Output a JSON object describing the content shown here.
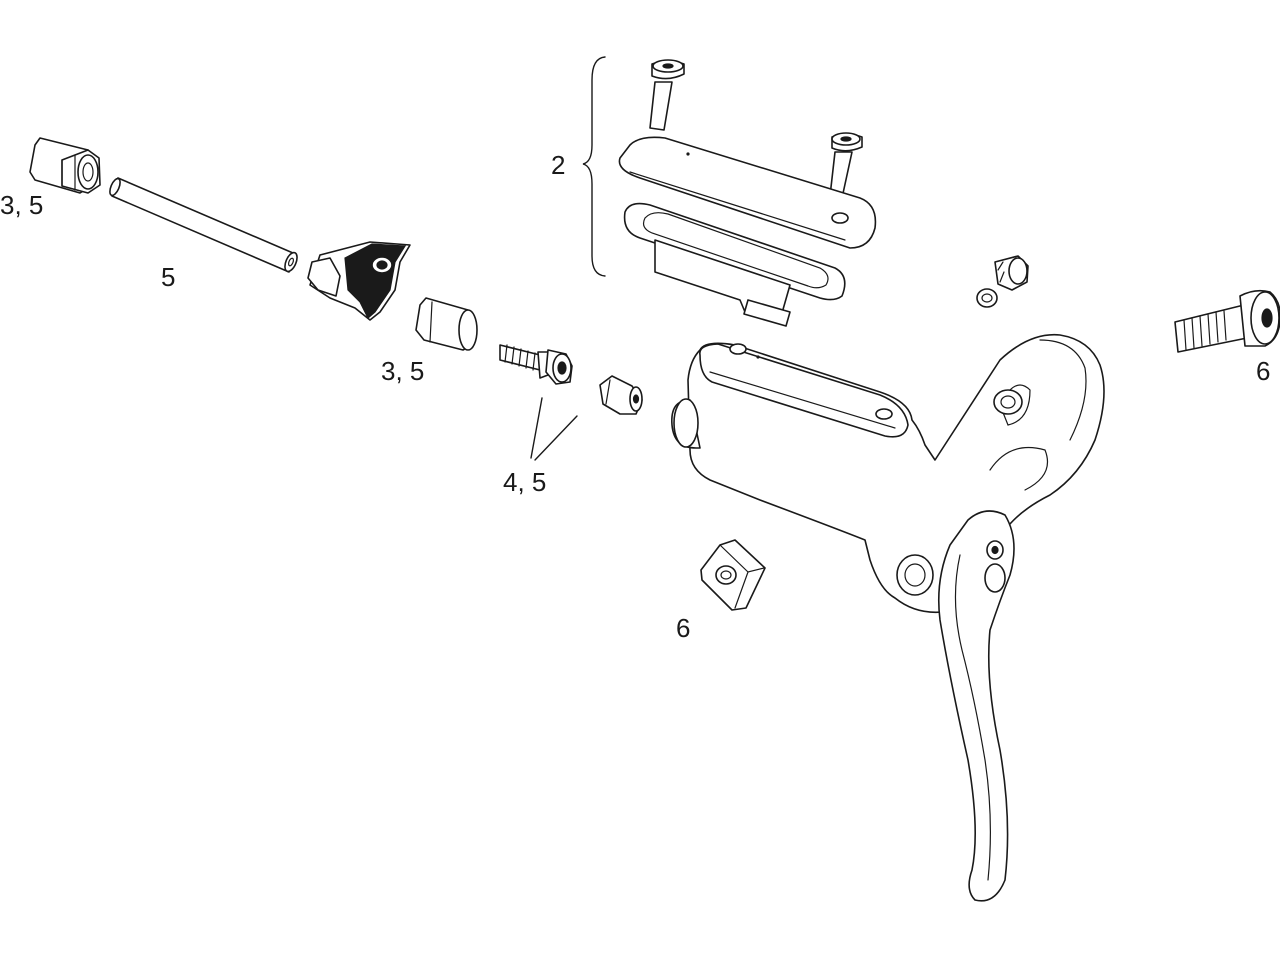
{
  "callouts": {
    "fitting_left": "3, 5",
    "hose": "5",
    "fitting_mid": "3, 5",
    "bolt_insert": "4, 5",
    "reservoir_cap": "2",
    "clamp_bolt": "6",
    "clamp_nut": "6"
  },
  "colors": {
    "line": "#1a1a1a",
    "fill": "#ffffff",
    "background": "#ffffff"
  }
}
